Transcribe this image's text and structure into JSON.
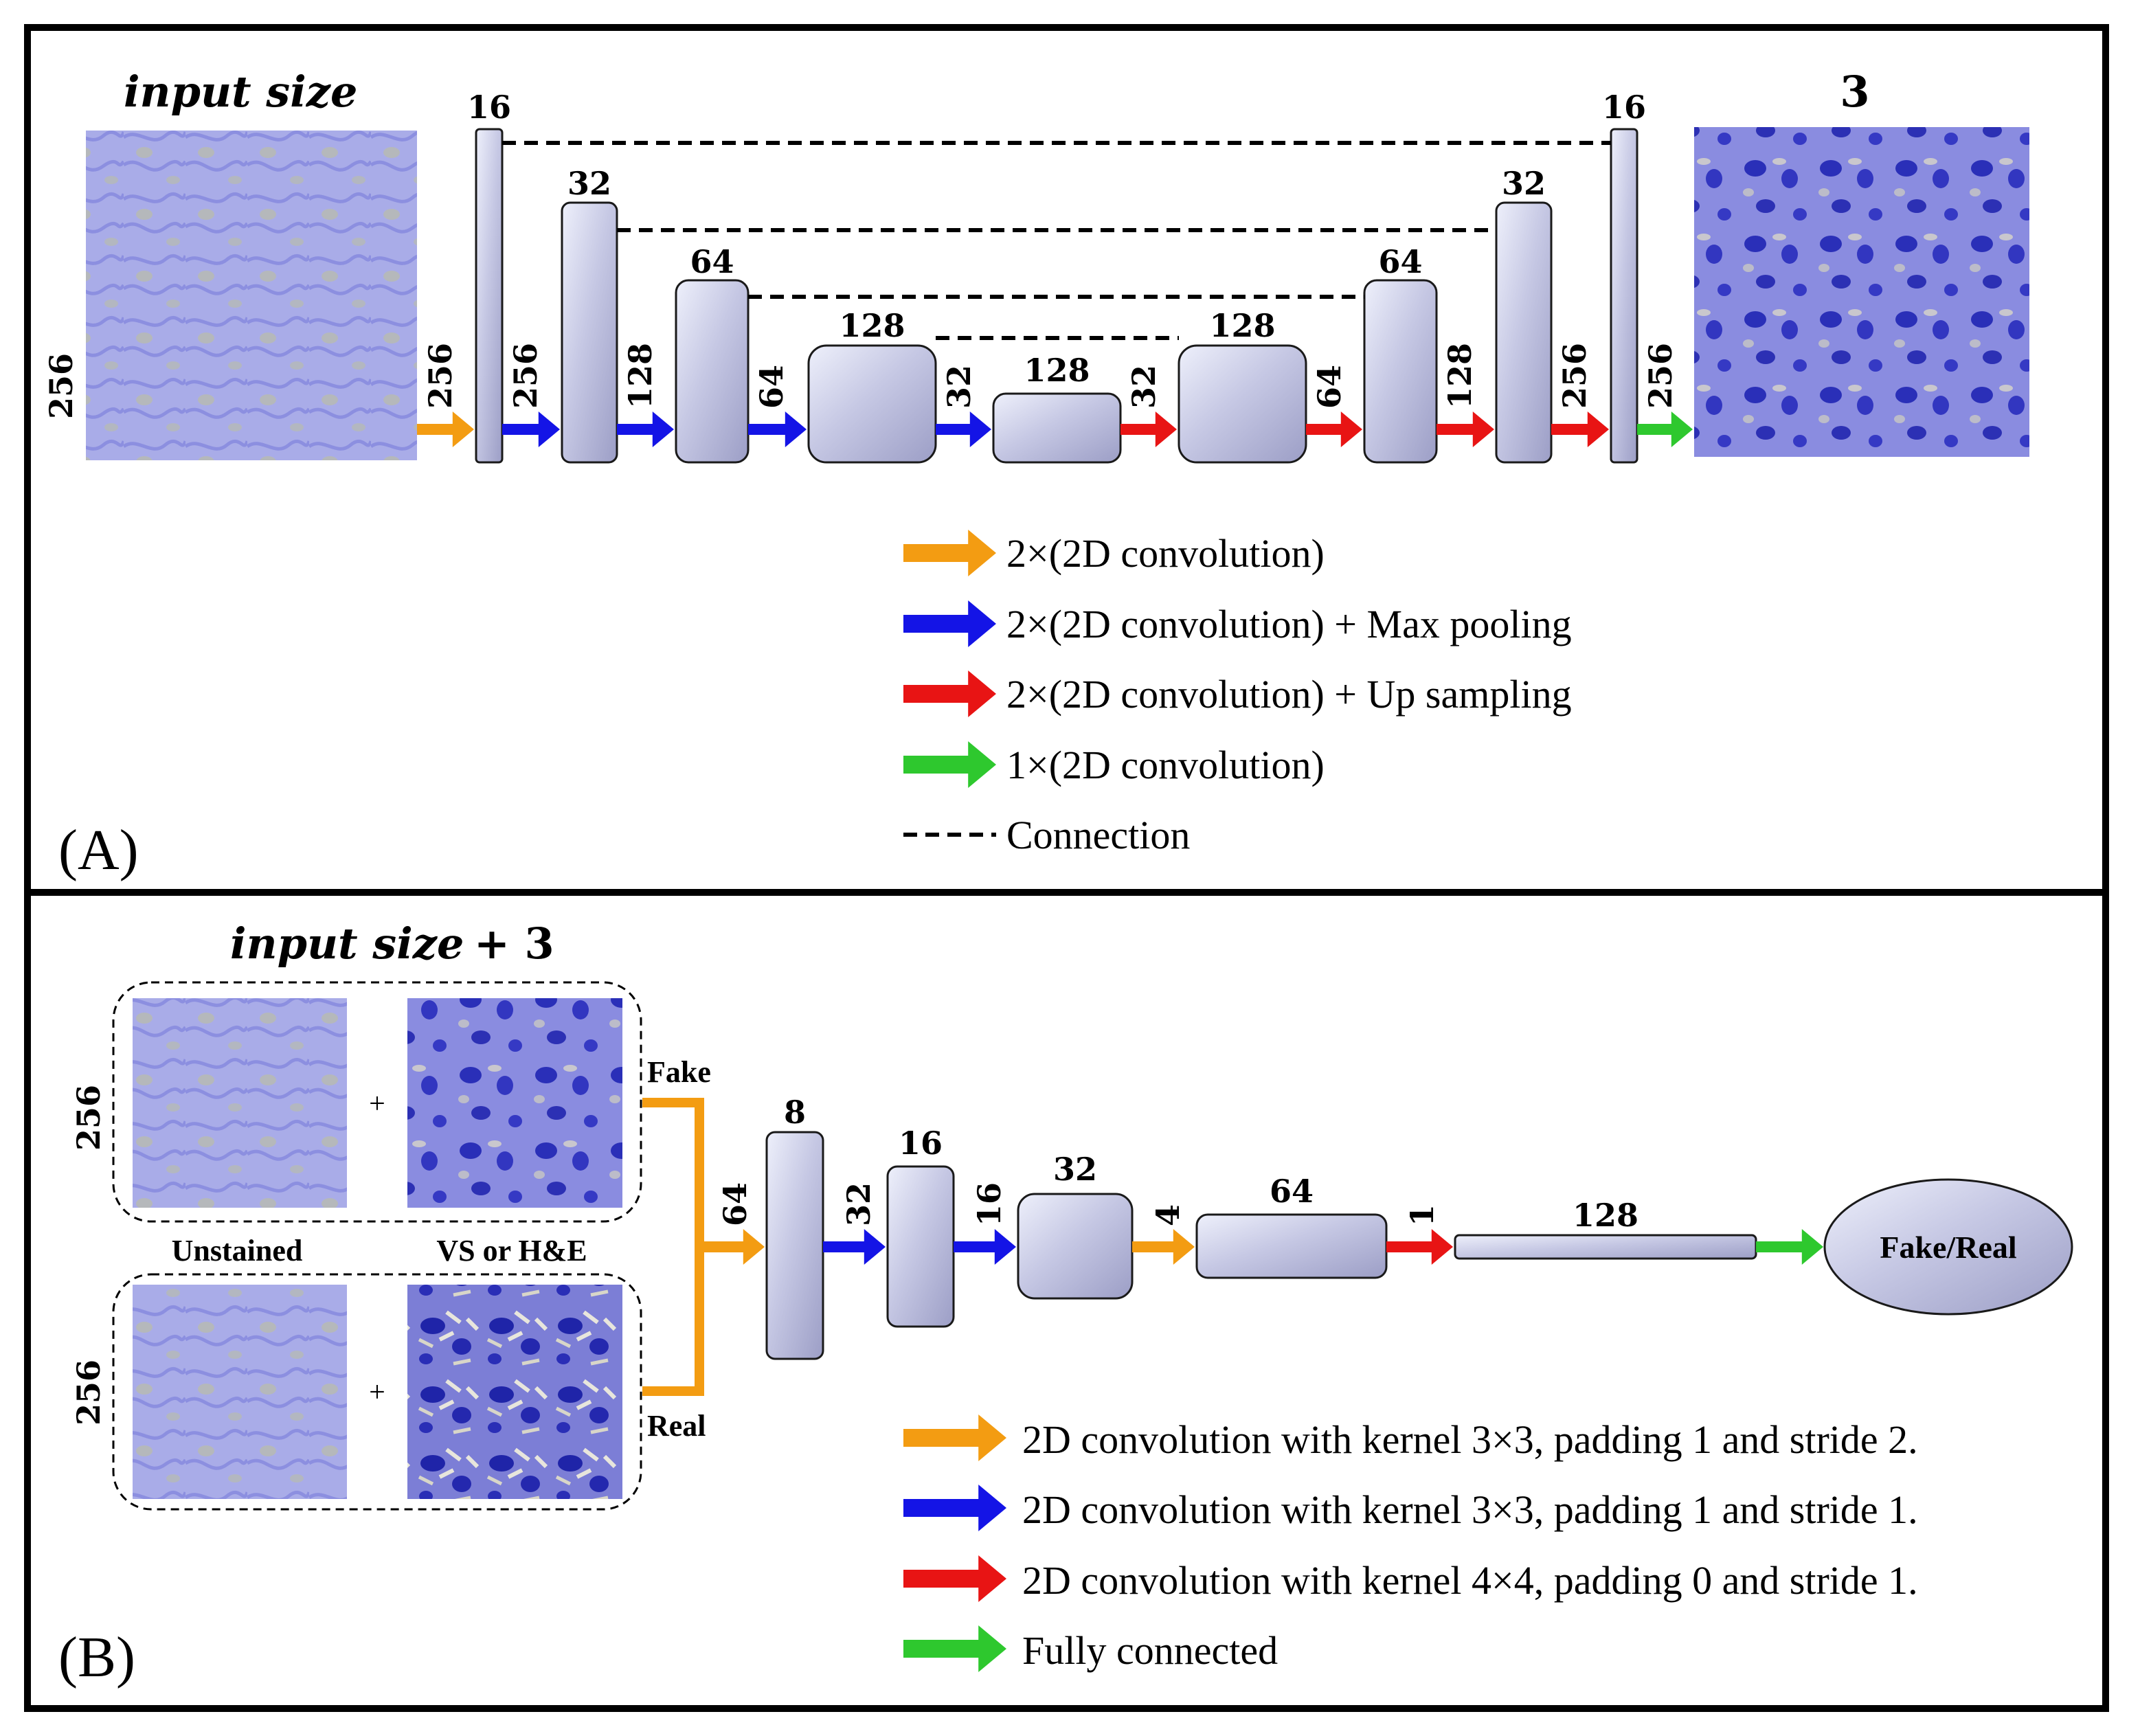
{
  "colors": {
    "orange": "#f39c12",
    "blue": "#1414e6",
    "red": "#e81414",
    "green": "#2ec82e",
    "block_light": "#e6e8f6",
    "block_dark": "#a6a8cc",
    "unstained_tissue": "#a9ace8",
    "stained_tissue": "#6c6ee0"
  },
  "panel_a": {
    "label": "(A)",
    "title": "input size",
    "input_side": "256",
    "output_channels": "3",
    "blocks": [
      {
        "label": "16",
        "depth": 16
      },
      {
        "label": "32",
        "depth": 32
      },
      {
        "label": "64",
        "depth": 64
      },
      {
        "label": "128",
        "depth": 128
      },
      {
        "label": "128",
        "depth": 128
      },
      {
        "label": "128",
        "depth": 128
      },
      {
        "label": "64",
        "depth": 64
      },
      {
        "label": "32",
        "depth": 32
      },
      {
        "label": "16",
        "depth": 16
      }
    ],
    "arrows": [
      {
        "label": "256",
        "type": "orange"
      },
      {
        "label": "256",
        "type": "blue"
      },
      {
        "label": "128",
        "type": "blue"
      },
      {
        "label": "64",
        "type": "blue"
      },
      {
        "label": "32",
        "type": "blue"
      },
      {
        "label": "32",
        "type": "red"
      },
      {
        "label": "64",
        "type": "red"
      },
      {
        "label": "128",
        "type": "red"
      },
      {
        "label": "256",
        "type": "red"
      },
      {
        "label": "256",
        "type": "green"
      }
    ],
    "legend": [
      {
        "type": "orange",
        "text": "2×(2D convolution)"
      },
      {
        "type": "blue",
        "text": "2×(2D convolution) + Max pooling"
      },
      {
        "type": "red",
        "text": "2×(2D convolution) + Up sampling"
      },
      {
        "type": "green",
        "text": "1×(2D convolution)"
      },
      {
        "type": "dash",
        "text": "Connection"
      }
    ]
  },
  "panel_b": {
    "label": "(B)",
    "title": "input size",
    "title_suffix": "+ 3",
    "pair_side_top": "256",
    "pair_side_bottom": "256",
    "plus_sign": "+",
    "fake_label": "Fake",
    "real_label": "Real",
    "unstained_label": "Unstained",
    "stained_label": "VS or H&E",
    "blocks": [
      {
        "label": "8"
      },
      {
        "label": "16"
      },
      {
        "label": "32"
      },
      {
        "label": "64"
      },
      {
        "label": "128"
      }
    ],
    "arrows": [
      {
        "label": "64",
        "type": "orange"
      },
      {
        "label": "32",
        "type": "blue"
      },
      {
        "label": "16",
        "type": "blue"
      },
      {
        "label": "4",
        "type": "orange"
      },
      {
        "label": "1",
        "type": "red"
      },
      {
        "label": "",
        "type": "green"
      }
    ],
    "output_label": "Fake/Real",
    "legend": [
      {
        "type": "orange",
        "text": "2D convolution with kernel 3×3, padding 1 and stride 2."
      },
      {
        "type": "blue",
        "text": "2D convolution with kernel 3×3, padding 1 and stride 1."
      },
      {
        "type": "red",
        "text": "2D convolution with kernel 4×4, padding 0 and stride 1."
      },
      {
        "type": "green",
        "text": "Fully connected"
      }
    ]
  }
}
